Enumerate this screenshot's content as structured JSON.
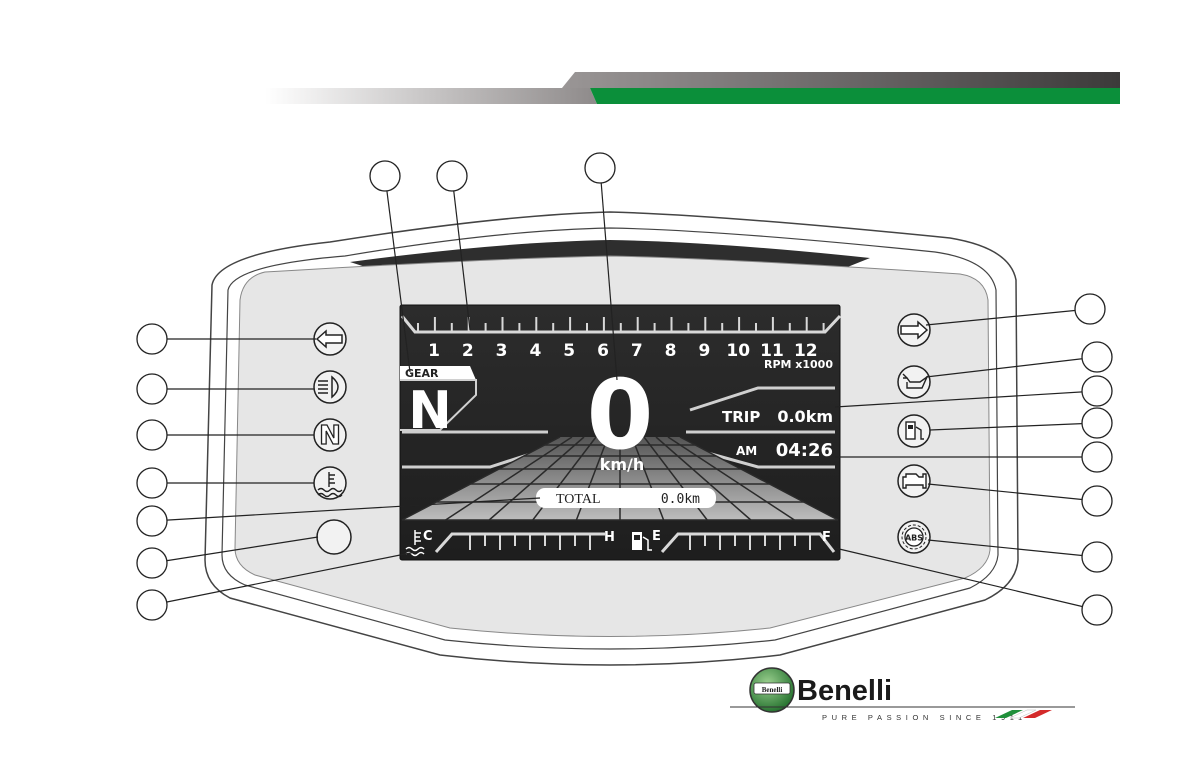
{
  "display": {
    "rpm_ticks": [
      "1",
      "2",
      "3",
      "4",
      "5",
      "6",
      "7",
      "8",
      "9",
      "10",
      "11",
      "12"
    ],
    "rpm_unit": "RPM x1000",
    "gear_label": "GEAR",
    "gear_value": "N",
    "speed_value": "0",
    "speed_unit": "km/h",
    "trip_label": "TRIP",
    "trip_value": "0.0km",
    "clock_period": "AM",
    "clock_time": "04:26",
    "total_label": "TOTAL",
    "total_value": "0.0km",
    "temp_low": "C",
    "temp_high": "H",
    "fuel_low": "E",
    "fuel_high": "F"
  },
  "indicators": {
    "neutral_letter": "N",
    "abs_label": "ABS"
  },
  "brand": {
    "name": "Benelli",
    "tagline": "PURE PASSION SINCE 1911",
    "logo_text": "Benelli",
    "accent_color": "#0b8f3a"
  },
  "icons": [
    "left-turn-arrow-icon",
    "headlight-icon",
    "neutral-icon",
    "coolant-temp-icon",
    "blank-indicator-icon",
    "right-turn-arrow-icon",
    "oil-pressure-icon",
    "fuel-reserve-icon",
    "engine-check-icon",
    "abs-icon"
  ]
}
